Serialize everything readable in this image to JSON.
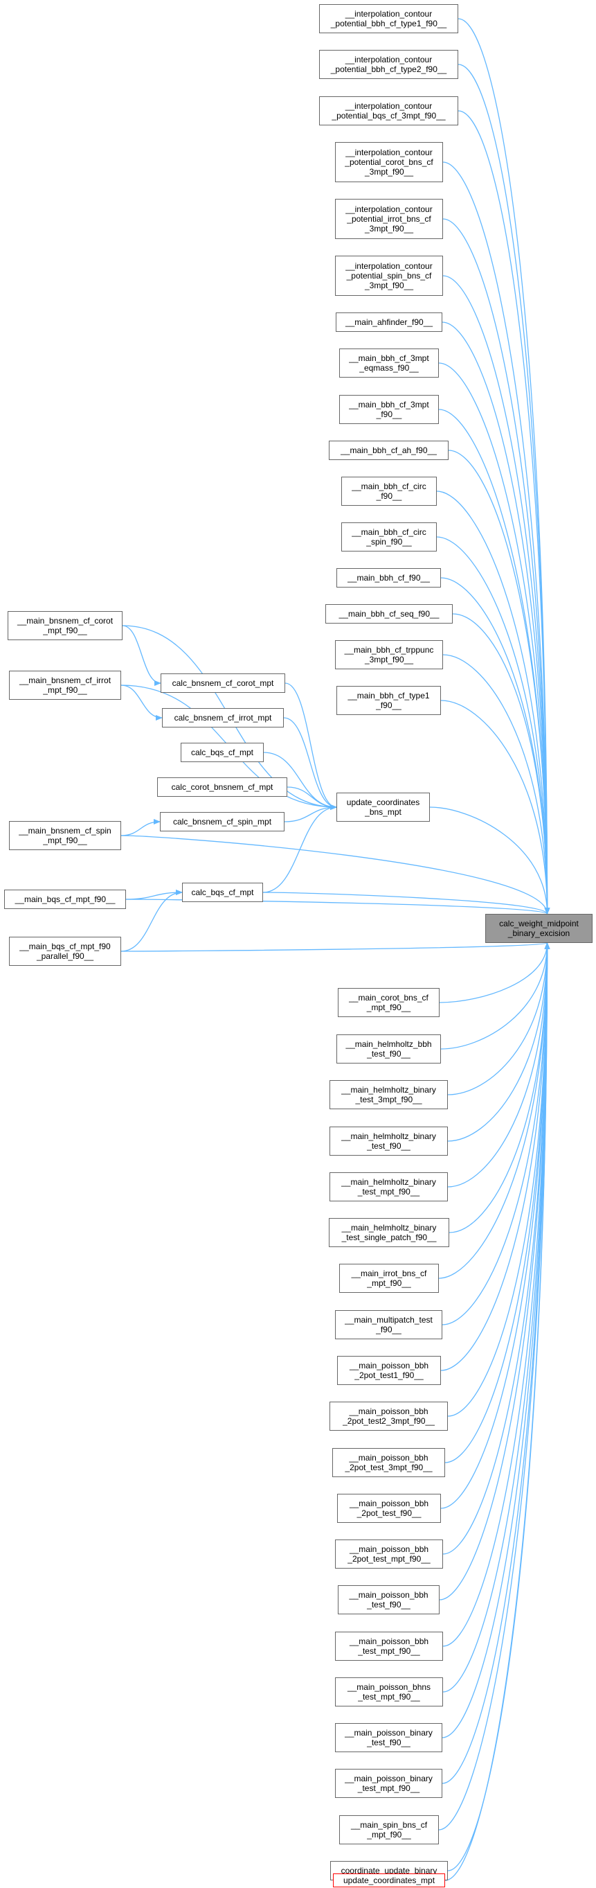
{
  "focus_node": {
    "label": "calc_weight_midpoint\n_binary_excision"
  },
  "colors": {
    "edge": "#63b8ff",
    "node_border": "#666666",
    "focus_fill": "#999999",
    "partial_border": "#ff0000"
  },
  "right_callers": [
    {
      "label": "__interpolation_contour\n_potential_bbh_cf_type1_f90__"
    },
    {
      "label": "__interpolation_contour\n_potential_bbh_cf_type2_f90__"
    },
    {
      "label": "__interpolation_contour\n_potential_bqs_cf_3mpt_f90__"
    },
    {
      "label": "__interpolation_contour\n_potential_corot_bns_cf\n_3mpt_f90__"
    },
    {
      "label": "__interpolation_contour\n_potential_irrot_bns_cf\n_3mpt_f90__"
    },
    {
      "label": "__interpolation_contour\n_potential_spin_bns_cf\n_3mpt_f90__"
    },
    {
      "label": "__main_ahfinder_f90__"
    },
    {
      "label": "__main_bbh_cf_3mpt\n_eqmass_f90__"
    },
    {
      "label": "__main_bbh_cf_3mpt\n_f90__"
    },
    {
      "label": "__main_bbh_cf_ah_f90__"
    },
    {
      "label": "__main_bbh_cf_circ\n_f90__"
    },
    {
      "label": "__main_bbh_cf_circ\n_spin_f90__"
    },
    {
      "label": "__main_bbh_cf_f90__"
    },
    {
      "label": "__main_bbh_cf_seq_f90__"
    },
    {
      "label": "__main_bbh_cf_trppunc\n_3mpt_f90__"
    },
    {
      "label": "__main_bbh_cf_type1\n_f90__"
    },
    {
      "label": "__main_corot_bns_cf\n_mpt_f90__"
    },
    {
      "label": "__main_helmholtz_bbh\n_test_f90__"
    },
    {
      "label": "__main_helmholtz_binary\n_test_3mpt_f90__"
    },
    {
      "label": "__main_helmholtz_binary\n_test_f90__"
    },
    {
      "label": "__main_helmholtz_binary\n_test_mpt_f90__"
    },
    {
      "label": "__main_helmholtz_binary\n_test_single_patch_f90__"
    },
    {
      "label": "__main_irrot_bns_cf\n_mpt_f90__"
    },
    {
      "label": "__main_multipatch_test\n_f90__"
    },
    {
      "label": "__main_poisson_bbh\n_2pot_test1_f90__"
    },
    {
      "label": "__main_poisson_bbh\n_2pot_test2_3mpt_f90__"
    },
    {
      "label": "__main_poisson_bbh\n_2pot_test_3mpt_f90__"
    },
    {
      "label": "__main_poisson_bbh\n_2pot_test_f90__"
    },
    {
      "label": "__main_poisson_bbh\n_2pot_test_mpt_f90__"
    },
    {
      "label": "__main_poisson_bbh\n_test_f90__"
    },
    {
      "label": "__main_poisson_bbh\n_test_mpt_f90__"
    },
    {
      "label": "__main_poisson_bhns\n_test_mpt_f90__"
    },
    {
      "label": "__main_poisson_binary\n_test_f90__"
    },
    {
      "label": "__main_poisson_binary\n_test_mpt_f90__"
    },
    {
      "label": "__main_spin_bns_cf\n_mpt_f90__"
    },
    {
      "label": "coordinate_update_binary"
    },
    {
      "label": "update_coordinates_mpt"
    }
  ],
  "middle_nodes": [
    {
      "label": "calc_bnsnem_cf_corot_mpt"
    },
    {
      "label": "calc_bnsnem_cf_irrot_mpt"
    },
    {
      "label": "calc_bqs_cf_mpt"
    },
    {
      "label": "calc_corot_bnsnem_cf_mpt"
    },
    {
      "label": "calc_bnsnem_cf_spin_mpt"
    },
    {
      "label": "calc_bqs_cf_mpt"
    },
    {
      "label": "update_coordinates\n_bns_mpt"
    }
  ],
  "left_nodes": [
    {
      "label": "__main_bnsnem_cf_corot\n_mpt_f90__"
    },
    {
      "label": "__main_bnsnem_cf_irrot\n_mpt_f90__"
    },
    {
      "label": "__main_bnsnem_cf_spin\n_mpt_f90__"
    },
    {
      "label": "__main_bqs_cf_mpt_f90__"
    },
    {
      "label": "__main_bqs_cf_mpt_f90\n_parallel_f90__"
    }
  ]
}
